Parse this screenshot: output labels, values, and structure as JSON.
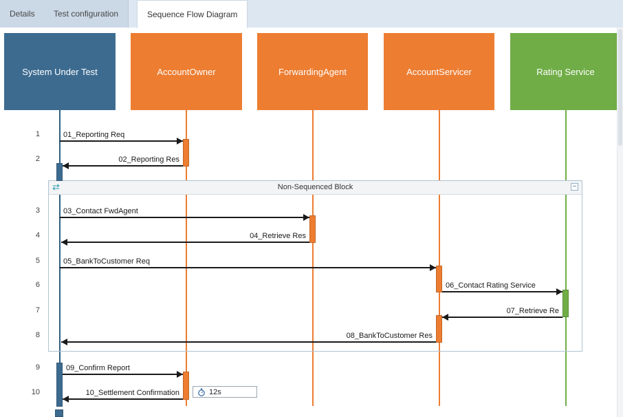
{
  "tabs": [
    {
      "label": "Details",
      "active": false
    },
    {
      "label": "Test configuration",
      "active": false
    },
    {
      "label": "Sequence Flow Diagram",
      "active": true
    }
  ],
  "actors": [
    {
      "name": "System Under Test",
      "color": "#3d6b90",
      "lifeline_color": "#2f5f82"
    },
    {
      "name": "AccountOwner",
      "color": "#ed7d31",
      "lifeline_color": "#ed7d31"
    },
    {
      "name": "ForwardingAgent",
      "color": "#ed7d31",
      "lifeline_color": "#ed7d31"
    },
    {
      "name": "AccountServicer",
      "color": "#ed7d31",
      "lifeline_color": "#ed7d31"
    },
    {
      "name": "Rating Service",
      "color": "#70ad47",
      "lifeline_color": "#70ad47"
    }
  ],
  "rows": [
    "1",
    "2",
    "3",
    "4",
    "5",
    "6",
    "7",
    "8",
    "9",
    "10"
  ],
  "messages": [
    {
      "row": "1",
      "label": "01_Reporting Req",
      "from": "System Under Test",
      "to": "AccountOwner",
      "direction": "right"
    },
    {
      "row": "2",
      "label": "02_Reporting Res",
      "from": "AccountOwner",
      "to": "System Under Test",
      "direction": "left"
    },
    {
      "row": "3",
      "label": "03_Contact FwdAgent",
      "from": "System Under Test",
      "to": "ForwardingAgent",
      "direction": "right"
    },
    {
      "row": "4",
      "label": "04_Retrieve Res",
      "from": "ForwardingAgent",
      "to": "System Under Test",
      "direction": "left"
    },
    {
      "row": "5",
      "label": "05_BankToCustomer Req",
      "from": "System Under Test",
      "to": "AccountServicer",
      "direction": "right"
    },
    {
      "row": "6",
      "label": "06_Contact Rating Service",
      "from": "AccountServicer",
      "to": "Rating Service",
      "direction": "right"
    },
    {
      "row": "7",
      "label": "07_Retrieve Re",
      "from": "Rating Service",
      "to": "AccountServicer",
      "direction": "left"
    },
    {
      "row": "8",
      "label": "08_BankToCustomer Res",
      "from": "AccountServicer",
      "to": "System Under Test",
      "direction": "left"
    },
    {
      "row": "9",
      "label": "09_Confirm Report",
      "from": "System Under Test",
      "to": "AccountOwner",
      "direction": "right"
    },
    {
      "row": "10",
      "label": "10_Settlement Confirmation",
      "from": "AccountOwner",
      "to": "System Under Test",
      "direction": "left"
    }
  ],
  "block": {
    "title": "Non-Sequenced Block",
    "icon_glyph": "⇄",
    "collapse_glyph": "−"
  },
  "timer": {
    "value": "12s"
  },
  "colors": {
    "activation_orange": "#ed7d31",
    "activation_green": "#70ad47",
    "activation_blue": "#3d6b90",
    "arrow": "#1a1a1a"
  }
}
